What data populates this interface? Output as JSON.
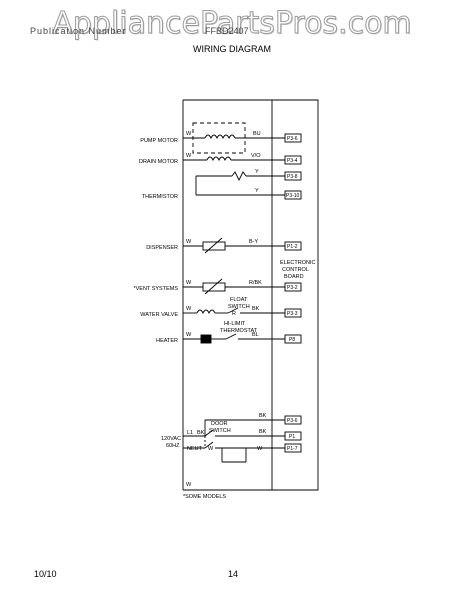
{
  "watermark": "AppliancePartsPros.com",
  "header": {
    "publication_label": "Publication Number",
    "model": "FFBD2407",
    "title": "WIRING DIAGRAM"
  },
  "components": {
    "pump_motor": "PUMP MOTOR",
    "drain_motor": "DRAIN MOTOR",
    "thermistor": "THERMISTOR",
    "dispenser": "DISPENSER",
    "vent_system": "*VENT SYSTEMS",
    "water_valve": "WATER VALVE",
    "heater": "HEATER",
    "float_switch": "FLOAT\nSWITCH",
    "hilimit": "HI-LIMIT\nTHERMOSTAT",
    "door_switch": "DOOR\nSWITCH",
    "board": "ELECTRONIC\nCONTROL\nBOARD",
    "supply": "120VAC\n60HZ",
    "l1": "L1",
    "neut": "NEUT"
  },
  "wires": {
    "w": "W",
    "bu": "BU",
    "vo": "V/O",
    "y": "Y",
    "bkbu": "B-Y",
    "rbk": "R/BK",
    "bk": "BK",
    "bl": "BL",
    "or": "R"
  },
  "pins": {
    "p3_6": "P3-6",
    "p3_4": "P3-4",
    "p3_8": "P3-8",
    "p3_10": "P3-10",
    "p1_2": "P1-2",
    "p3_2": "P3-2",
    "p3_3": "P3-3",
    "p8": "P8",
    "p3_6b": "P3-6",
    "p1": "P1",
    "p1_7": "P1-7"
  },
  "footnote": "*SOME MODELS",
  "footer": {
    "date": "10/10",
    "page": "14"
  }
}
